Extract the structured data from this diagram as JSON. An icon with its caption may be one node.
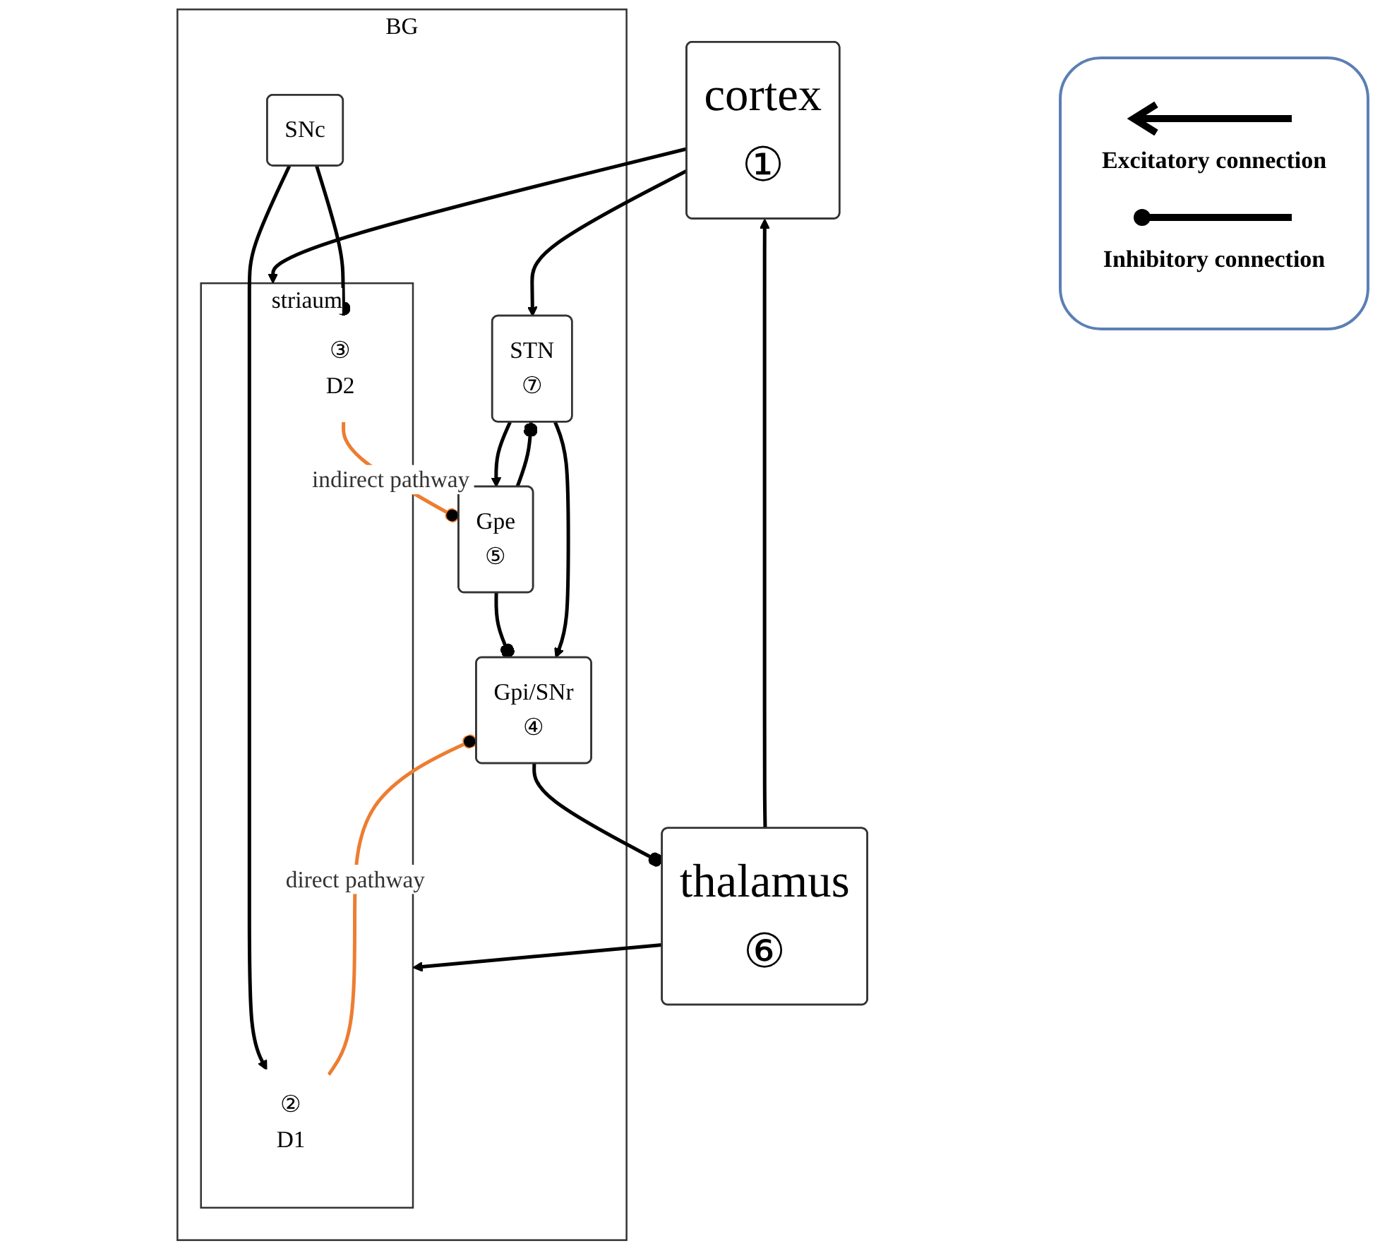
{
  "diagram": {
    "nodes": [
      {
        "text": [
          "cortex",
          "①"
        ]
      },
      {
        "text": [
          "BG"
        ]
      },
      {
        "text": [
          "striaum"
        ],
        "in": 1
      },
      {
        "text": [
          "②",
          "D1"
        ],
        "in": 2
      },
      {
        "text": [
          "③",
          "D2"
        ],
        "in": 2
      },
      {
        "text": [
          "SNc"
        ],
        "in": 1
      },
      {
        "text": [
          "Gpi/SNr",
          "④"
        ],
        "in": 1
      },
      {
        "text": [
          "Gpe",
          "⑤"
        ],
        "in": 1
      },
      {
        "text": [
          "STN",
          "⑦"
        ],
        "in": 1
      },
      {
        "text": [
          "thalamus",
          "⑥"
        ]
      }
    ],
    "edges": [
      {
        "from": 0,
        "to": 2,
        "arrow": "to"
      },
      {
        "from": 0,
        "to": 8,
        "arrow": "to"
      },
      {
        "from": 9,
        "to": 0,
        "arrow": "to"
      },
      {
        "from": 9,
        "to": 2,
        "arrow": "to"
      },
      {
        "from": 5,
        "to": 3,
        "arrow": "to"
      },
      {
        "from": 5,
        "to": 4,
        "arrow": "other"
      },
      {
        "from": 3,
        "to": 6,
        "arrow": "other",
        "label": "direct pathway",
        "color": "#ed7d31"
      },
      {
        "from": 4,
        "to": 7,
        "arrow": "other",
        "label": "indirect pathway",
        "color": "#ed7d31"
      },
      {
        "from": 7,
        "to": 6,
        "arrow": "other"
      },
      {
        "from": 8,
        "to": 7,
        "arrow": "to"
      },
      {
        "from": 8,
        "to": 6,
        "arrow": "to"
      },
      {
        "from": 7,
        "to": 8,
        "arrow": "other"
      },
      {
        "from": 6,
        "to": 9,
        "arrow": "other"
      }
    ],
    "legend": [
      {
        "text": "Excitatory connection"
      },
      {
        "text": "Inhibitory connection"
      }
    ]
  }
}
